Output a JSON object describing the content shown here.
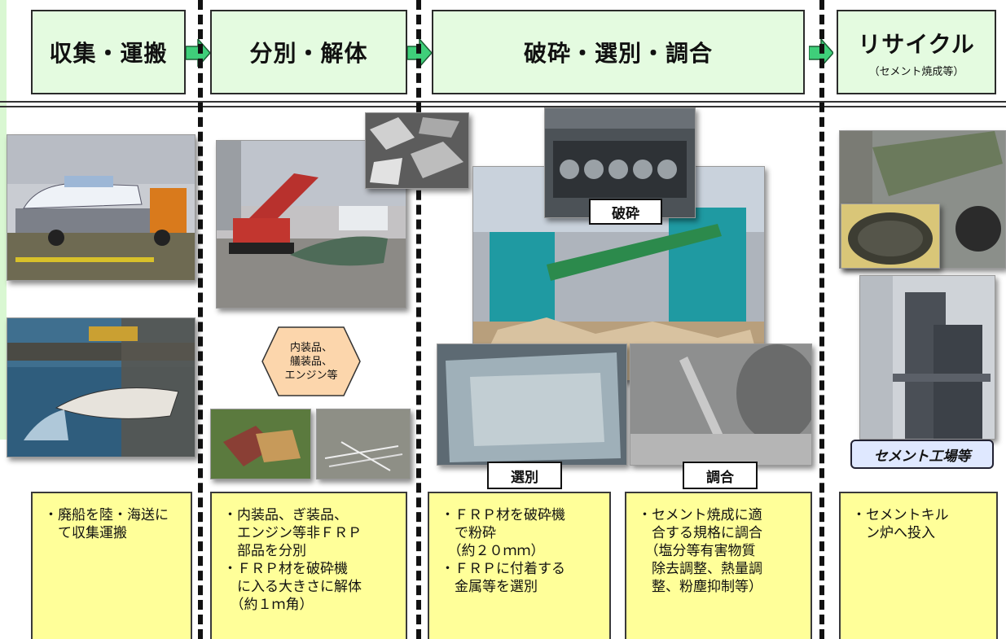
{
  "headers": [
    {
      "title": "収集・運搬",
      "subtitle": ""
    },
    {
      "title": "分別・解体",
      "subtitle": ""
    },
    {
      "title": "破砕・選別・調合",
      "subtitle": ""
    },
    {
      "title": "リサイクル",
      "subtitle": "（セメント焼成等）"
    }
  ],
  "hexagon_lines": [
    "内装品、",
    "艤装品、",
    "エンジン等"
  ],
  "tags": {
    "crush": "破砕",
    "sort": "選別",
    "blend": "調合"
  },
  "factory_label": "セメント工場等",
  "descriptions": {
    "collect": [
      "・廃船を陸・海送に",
      "　て収集運搬"
    ],
    "separate": [
      "・内装品、ぎ装品、",
      "　エンジン等非ＦＲＰ",
      "　部品を分別",
      "・ＦＲＰ材を破砕機",
      "　に入る大きさに解体",
      "　（約１ｍ角）"
    ],
    "crush_sort": [
      "・ＦＲＰ材を破砕機",
      "　で粉砕",
      "　（約２０ｍｍ）",
      "・ＦＲＰに付着する",
      "　金属等を選別"
    ],
    "blend": [
      "・セメント焼成に適",
      "　合する規格に調合",
      "　（塩分等有害物質",
      "　除去調整、熱量調",
      "　整、粉塵抑制等）"
    ],
    "recycle": [
      "・セメントキル",
      "　ン炉へ投入"
    ]
  }
}
